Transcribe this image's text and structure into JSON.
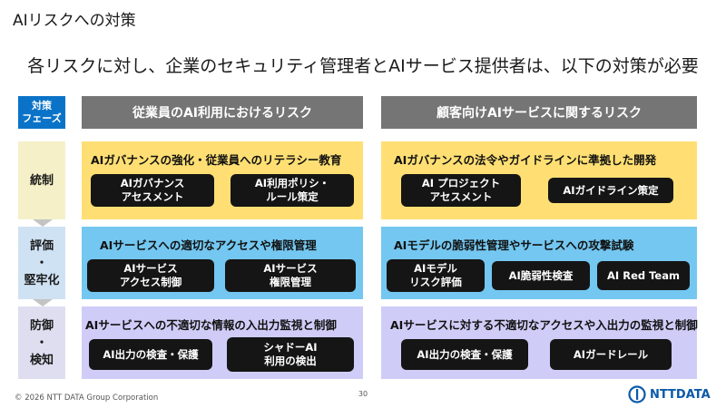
{
  "title": "AIリスクへの対策",
  "subtitle": "各リスクに対し、企業のセキュリティ管理者とAIサービス提供者は、以下の対策が必要",
  "phase_header": [
    "対策",
    "フェーズ"
  ],
  "columns": {
    "left": "従業員のAI利用におけるリスク",
    "right": "顧客向けAIサービスに関するリスク"
  },
  "phases": [
    {
      "lines": [
        "統制"
      ]
    },
    {
      "lines": [
        "評価",
        "・",
        "堅牢化"
      ]
    },
    {
      "lines": [
        "防御",
        "・",
        "検知"
      ]
    }
  ],
  "cells": {
    "r1_left": {
      "title": "AIガバナンスの強化・従業員へのリテラシー教育",
      "buttons": [
        [
          "AIガバナンス",
          "アセスメント"
        ],
        [
          "AI利用ポリシ・",
          "ルール策定"
        ]
      ]
    },
    "r1_right": {
      "title": "AIガバナンスの法令やガイドラインに準拠した開発",
      "buttons": [
        [
          "AI プロジェクト",
          "アセスメント"
        ],
        [
          "AIガイドライン策定"
        ]
      ]
    },
    "r2_left": {
      "title": "AIサービスへの適切なアクセスや権限管理",
      "buttons": [
        [
          "AIサービス",
          "アクセス制御"
        ],
        [
          "AIサービス",
          "権限管理"
        ]
      ]
    },
    "r2_right": {
      "title": "AIモデルの脆弱性管理やサービスへの攻撃試験",
      "buttons": [
        [
          "AIモデル",
          "リスク評価"
        ],
        [
          "AI脆弱性検査"
        ],
        [
          "AI Red Team"
        ]
      ]
    },
    "r3_left": {
      "title": "AIサービスへの不適切な情報の入出力監視と制御",
      "buttons": [
        [
          "AI出力の検査・保護"
        ],
        [
          "シャドーAI",
          "利用の検出"
        ]
      ]
    },
    "r3_right": {
      "title": "AIサービスに対する不適切なアクセスや入出力の監視と制御",
      "buttons": [
        [
          "AI出力の検査・保護"
        ],
        [
          "AIガードレール"
        ]
      ]
    }
  },
  "footer": "© 2026 NTT DATA Group Corporation",
  "page_number": "30",
  "logo_text": "NTTDATA",
  "colors": {
    "phase_header": "#0a73c8",
    "column_header": "#757575",
    "row1": "#ffdf73",
    "row2": "#73c7f0",
    "row3": "#cfcdf7",
    "button": "#151515",
    "logo": "#0a5aa8"
  }
}
